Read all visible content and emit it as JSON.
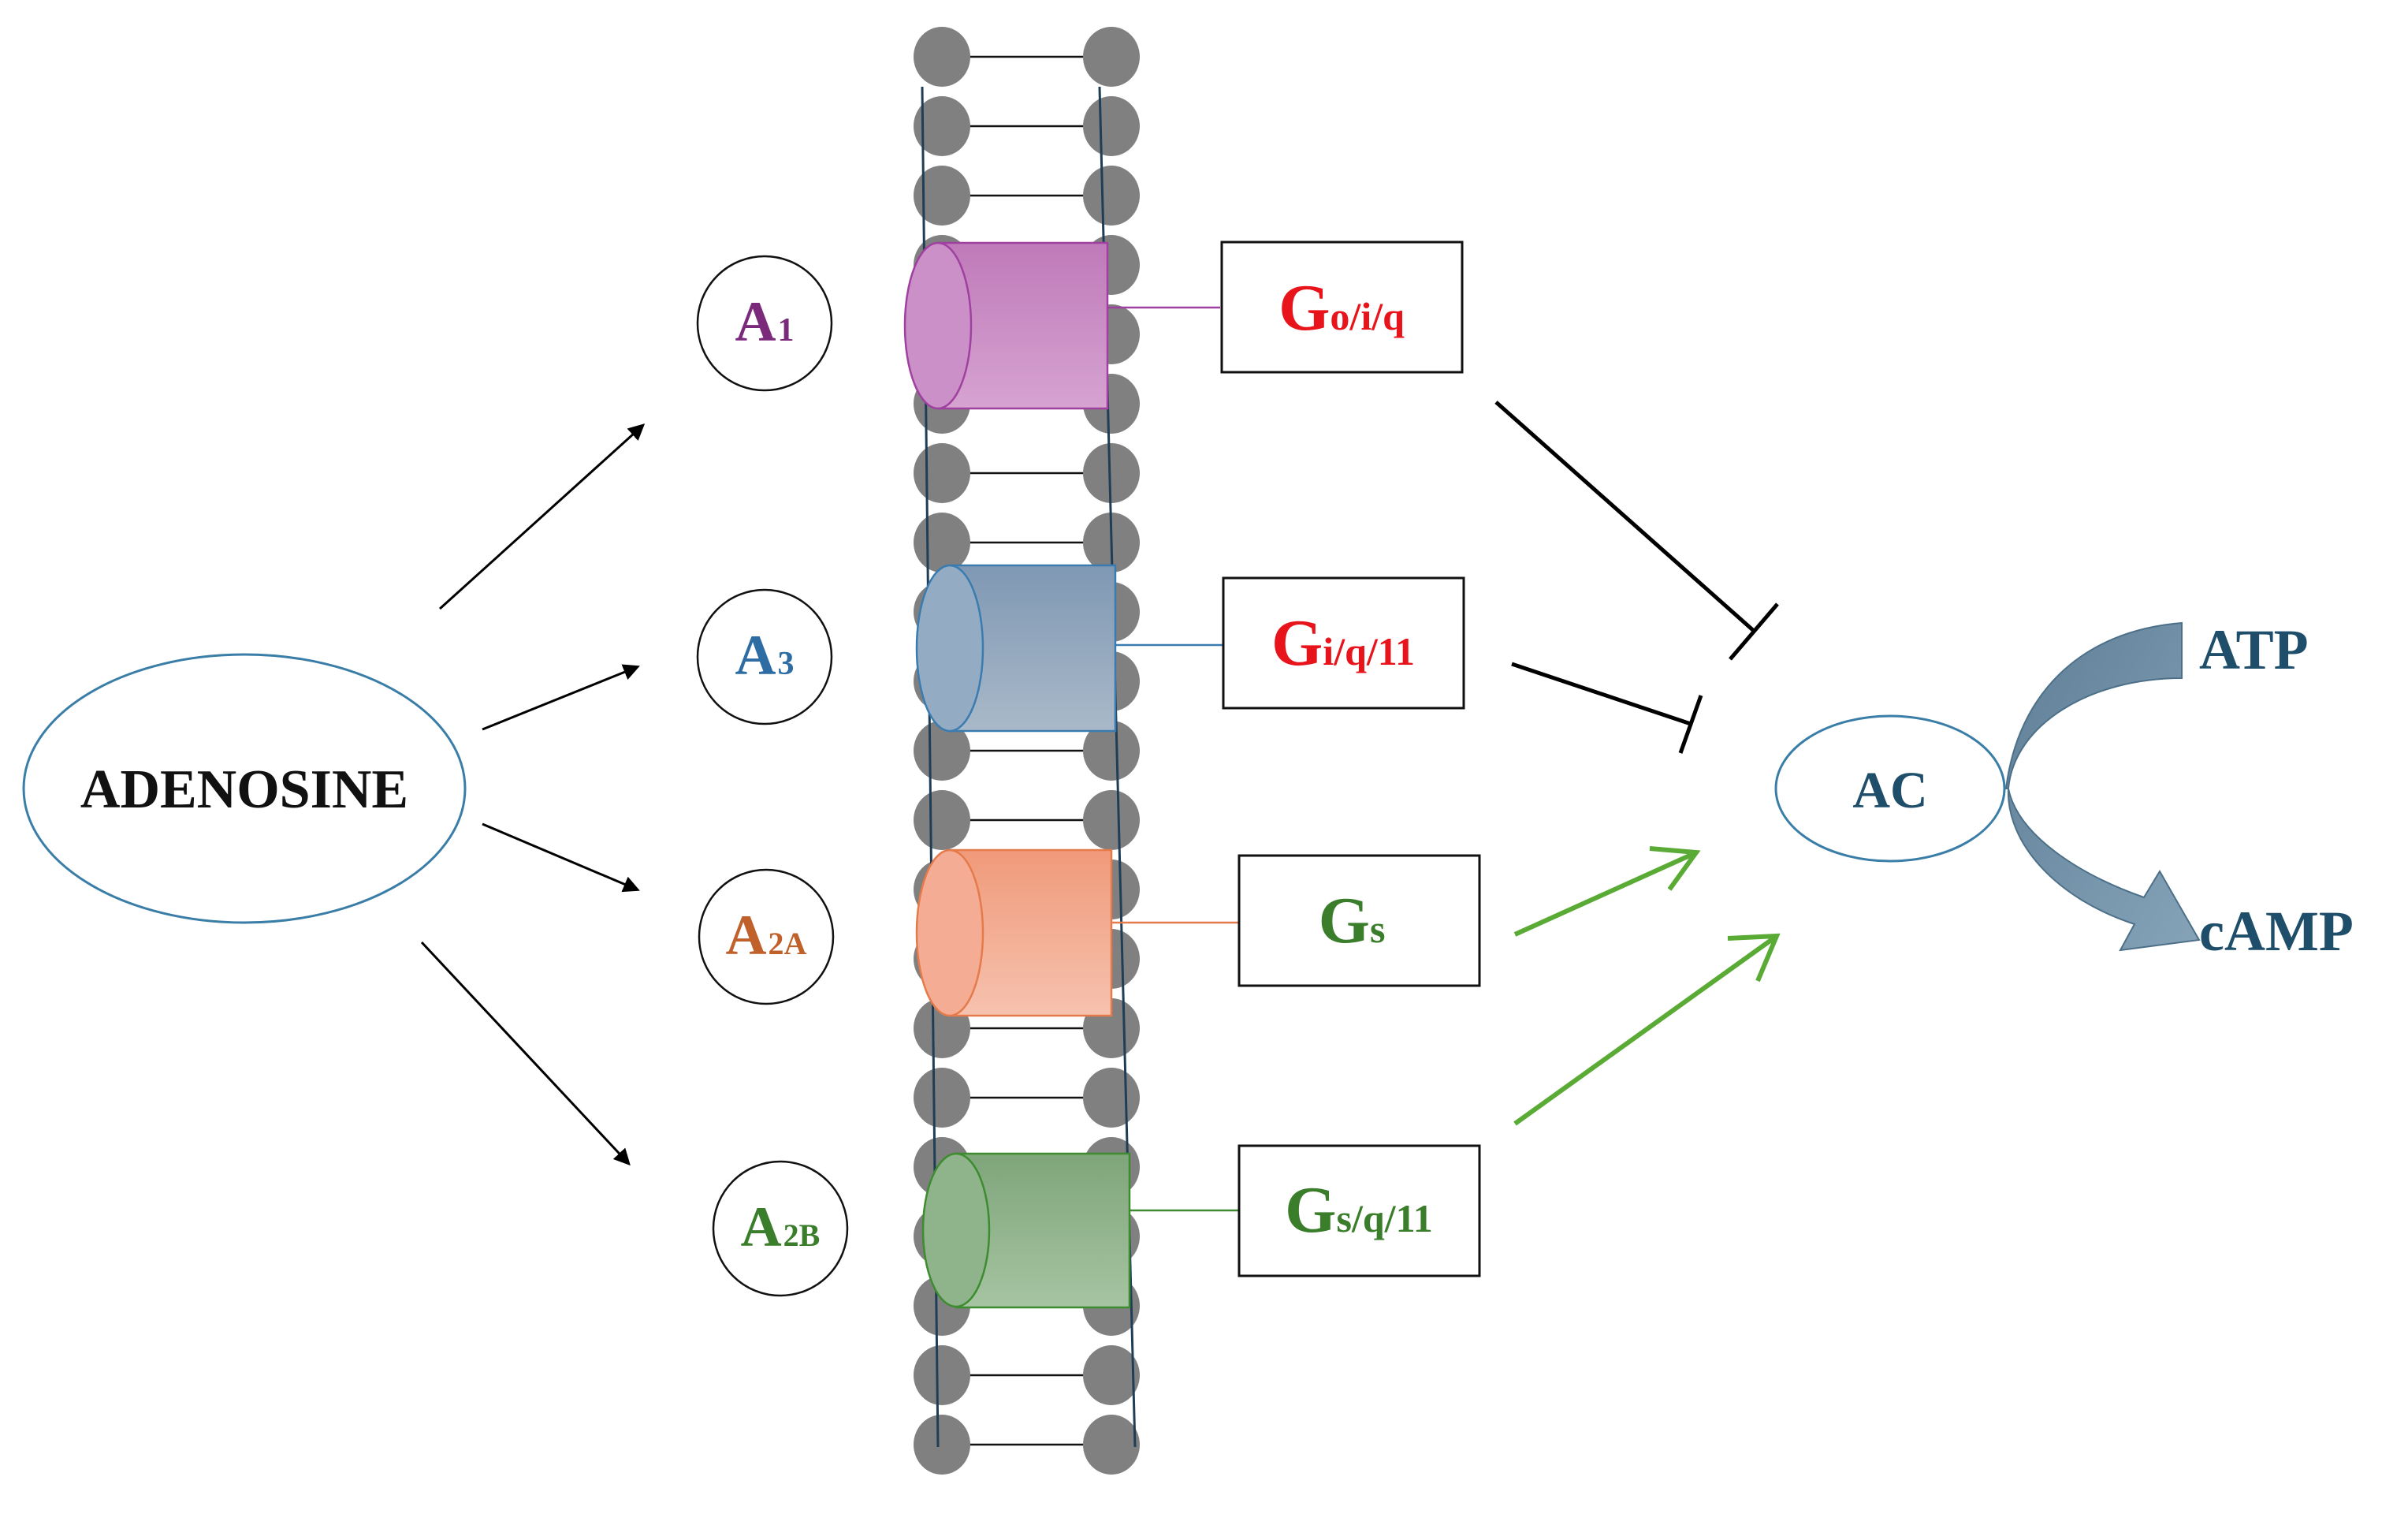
{
  "adenosine": {
    "label": "ADENOSINE"
  },
  "receptors": [
    {
      "id": "a1",
      "main": "A",
      "sub": "1",
      "color": "#7b2a7b",
      "fill": "#c58bc3",
      "stroke": "#a040a0"
    },
    {
      "id": "a3",
      "main": "A",
      "sub": "3",
      "color": "#2e6da4",
      "fill": "#8ea6bf",
      "stroke": "#3a7bb0"
    },
    {
      "id": "a2a",
      "main": "A",
      "sub": "2A",
      "color": "#c0602a",
      "fill": "#f2a98f",
      "stroke": "#e57a4a"
    },
    {
      "id": "a2b",
      "main": "A",
      "sub": "2B",
      "color": "#3a7d2a",
      "fill": "#8fb38a",
      "stroke": "#3d8c30"
    }
  ],
  "gproteins": [
    {
      "id": "g-o-i-q",
      "main": "G",
      "sub": "o/i/q",
      "color": "#e8141b"
    },
    {
      "id": "g-i-q-11",
      "main": "G",
      "sub": "i/q/11",
      "color": "#e8141b"
    },
    {
      "id": "g-s",
      "main": "G",
      "sub": "s",
      "color": "#3a7d2a"
    },
    {
      "id": "g-s-q-11",
      "main": "G",
      "sub": "s/q/11",
      "color": "#3a7d2a"
    }
  ],
  "ac": {
    "label": "AC",
    "color": "#1f4e6b"
  },
  "atp": {
    "label": "ATP",
    "color": "#1f4e6b"
  },
  "camp": {
    "label": "cAMP",
    "color": "#1f4e6b"
  },
  "colors": {
    "inhibit": "#000000",
    "activate": "#5aab35",
    "membrane_bead": "#808080",
    "curved_arrow": "#5b7f98",
    "ellipse_stroke": "#3a7ea8"
  }
}
